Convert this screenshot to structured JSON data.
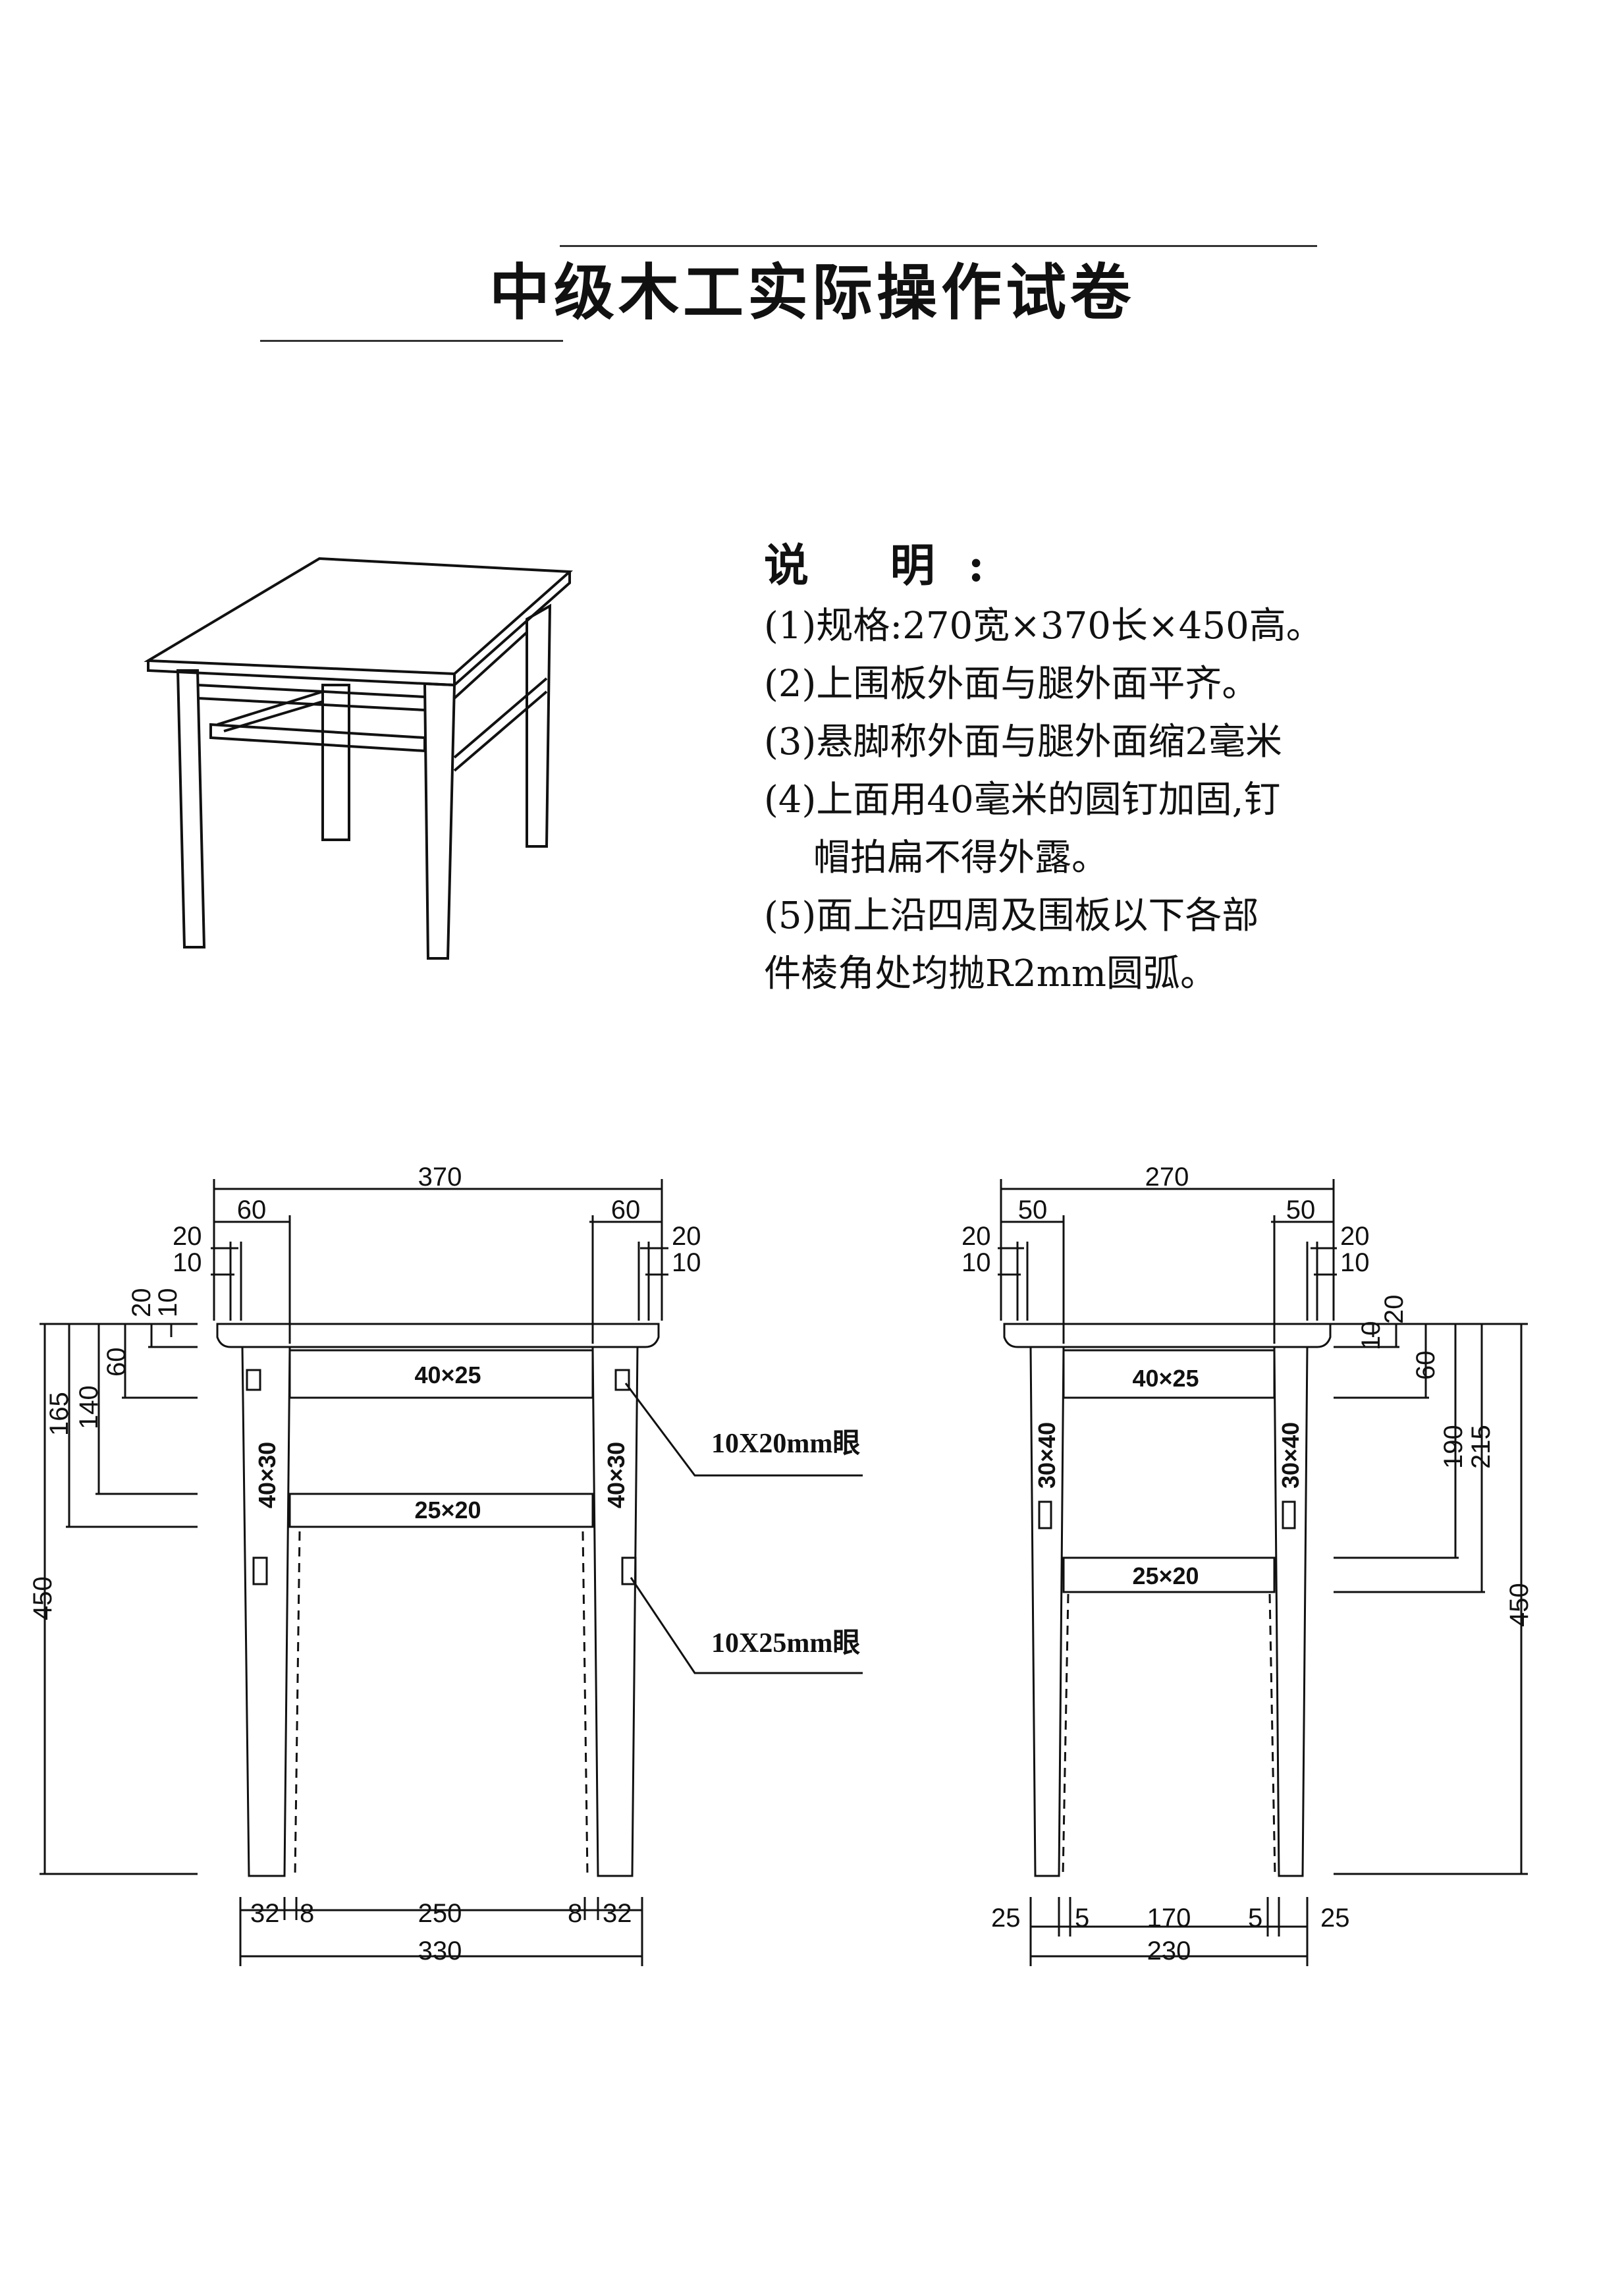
{
  "title": "中级木工实际操作试卷",
  "notes": {
    "heading": "说 明:",
    "items": [
      "(1)规格:270宽×370长×450高。",
      "(2)上围板外面与腿外面平齐。",
      "(3)悬脚称外面与腿外面缩2毫米",
      "(4)上面用40毫米的圆钉加固,钉",
      "帽拍扁不得外露。",
      "(5)面上沿四周及围板以下各部",
      "件棱角处均抛R2mm圆弧。"
    ]
  },
  "front_view": {
    "overall_length": "370",
    "overhang_left": "60",
    "overhang_right": "60",
    "top_off_20_left": "20",
    "top_off_10_left": "10",
    "top_off_20_right": "20",
    "top_off_10_right": "10",
    "v_20": "20",
    "v_10": "10",
    "v_60": "60",
    "v_140": "140",
    "v_165": "165",
    "height": "450",
    "upper_rail": "40×25",
    "lower_rail": "25×20",
    "leg_left": "40×30",
    "leg_right": "40×30",
    "mortise_upper": "10X20mm眼",
    "mortise_lower": "10X25mm眼",
    "bottom": [
      "32",
      "8",
      "250",
      "8",
      "32"
    ],
    "bottom_total": "330"
  },
  "side_view": {
    "overall_width": "270",
    "overhang_left": "50",
    "overhang_right": "50",
    "top_off_20_left": "20",
    "top_off_10_left": "10",
    "top_off_20_right": "20",
    "top_off_10_right": "10",
    "v_10": "10",
    "v_20": "20",
    "v_60": "60",
    "v_190": "190",
    "v_215": "215",
    "height": "450",
    "upper_rail": "40×25",
    "lower_rail": "25×20",
    "leg_left": "30×40",
    "leg_right": "30×40",
    "bottom": [
      "25",
      "5",
      "170",
      "5",
      "25"
    ],
    "bottom_total": "230"
  }
}
